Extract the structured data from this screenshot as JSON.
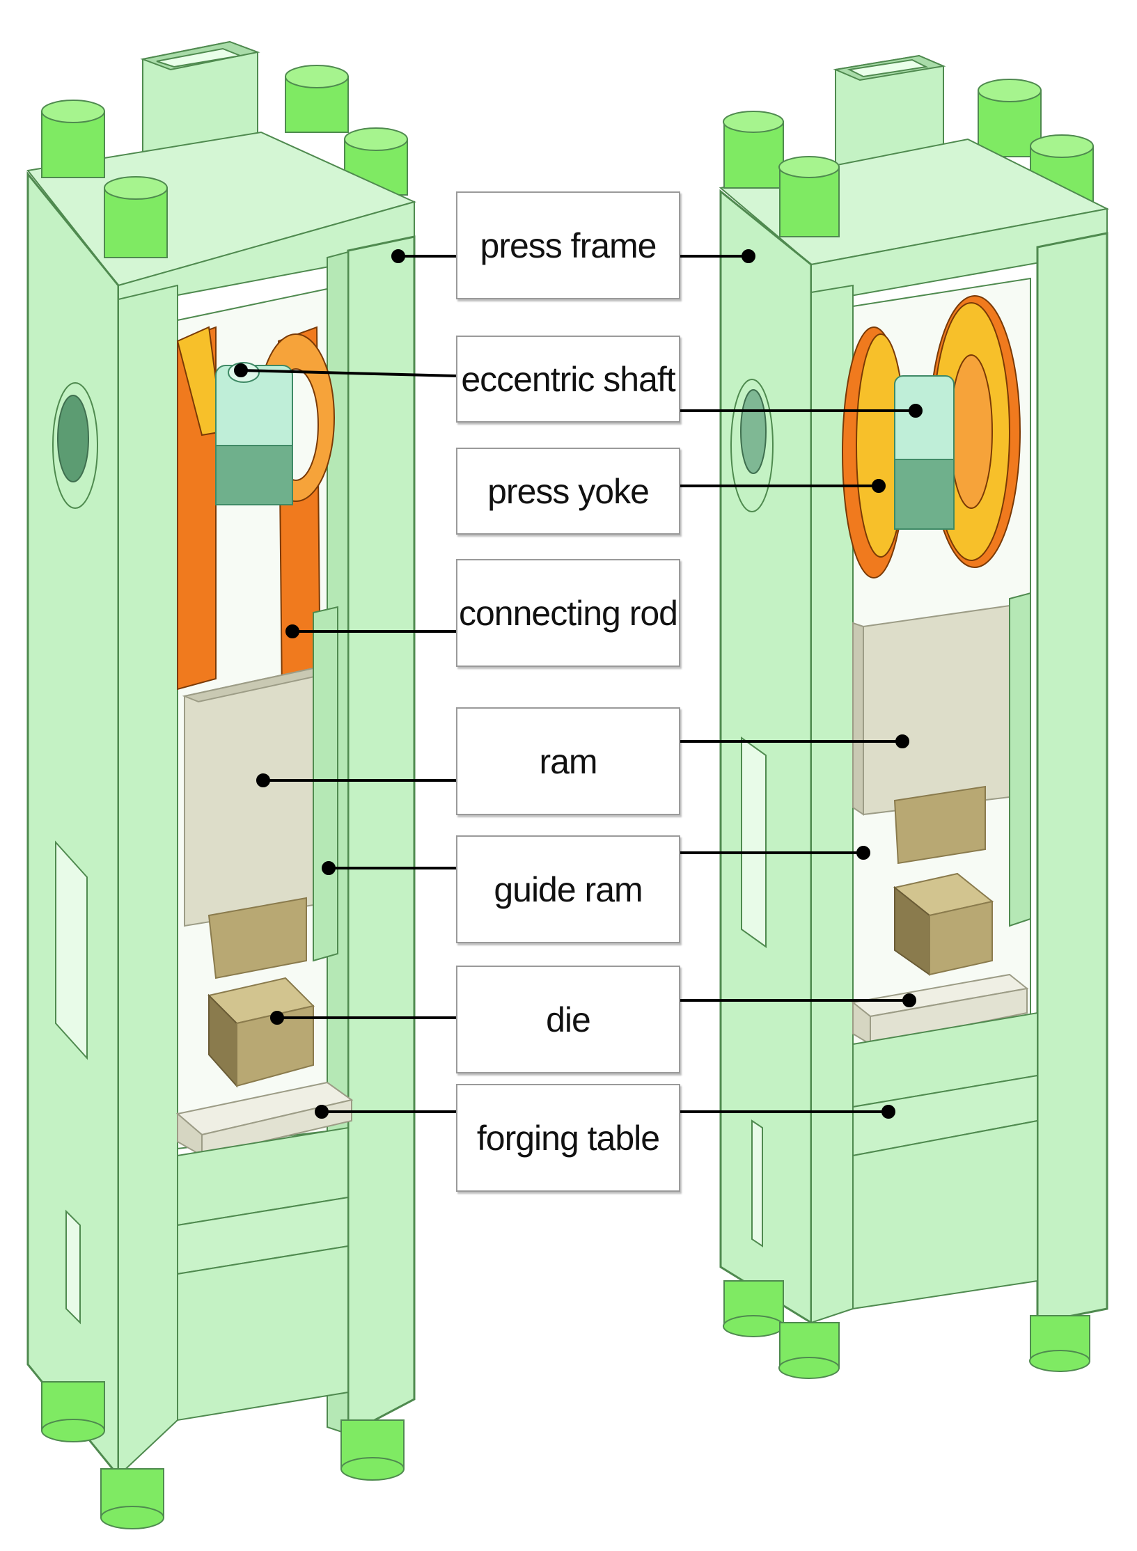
{
  "colors": {
    "frame": "#c4f2c4",
    "frame_edge": "#4f8a4f",
    "frame_dark": "#a9dca9",
    "bolt": "#7fea63",
    "bolt_top": "#a6f48e",
    "yoke": "#f07a1e",
    "yoke_light": "#f6a33a",
    "yoke_face": "#f7c02a",
    "shaft": "#bfeed8",
    "shaft_dark": "#3f8a66",
    "ram": "#ddddc9",
    "ram_edge": "#9c9c86",
    "die": "#b8a873",
    "die_dark": "#8a7b4d",
    "table": "#efefe4",
    "leader": "#000000"
  },
  "labels": [
    {
      "key": "press_frame",
      "text": "press frame"
    },
    {
      "key": "eccentric_shaft",
      "text": "eccentric shaft"
    },
    {
      "key": "press_yoke",
      "text": "press yoke"
    },
    {
      "key": "connecting_rod",
      "text": "connecting rod"
    },
    {
      "key": "ram",
      "text": "ram"
    },
    {
      "key": "guide_ram",
      "text": "guide ram"
    },
    {
      "key": "die",
      "text": "die"
    },
    {
      "key": "forging_table",
      "text": "forging table"
    }
  ]
}
